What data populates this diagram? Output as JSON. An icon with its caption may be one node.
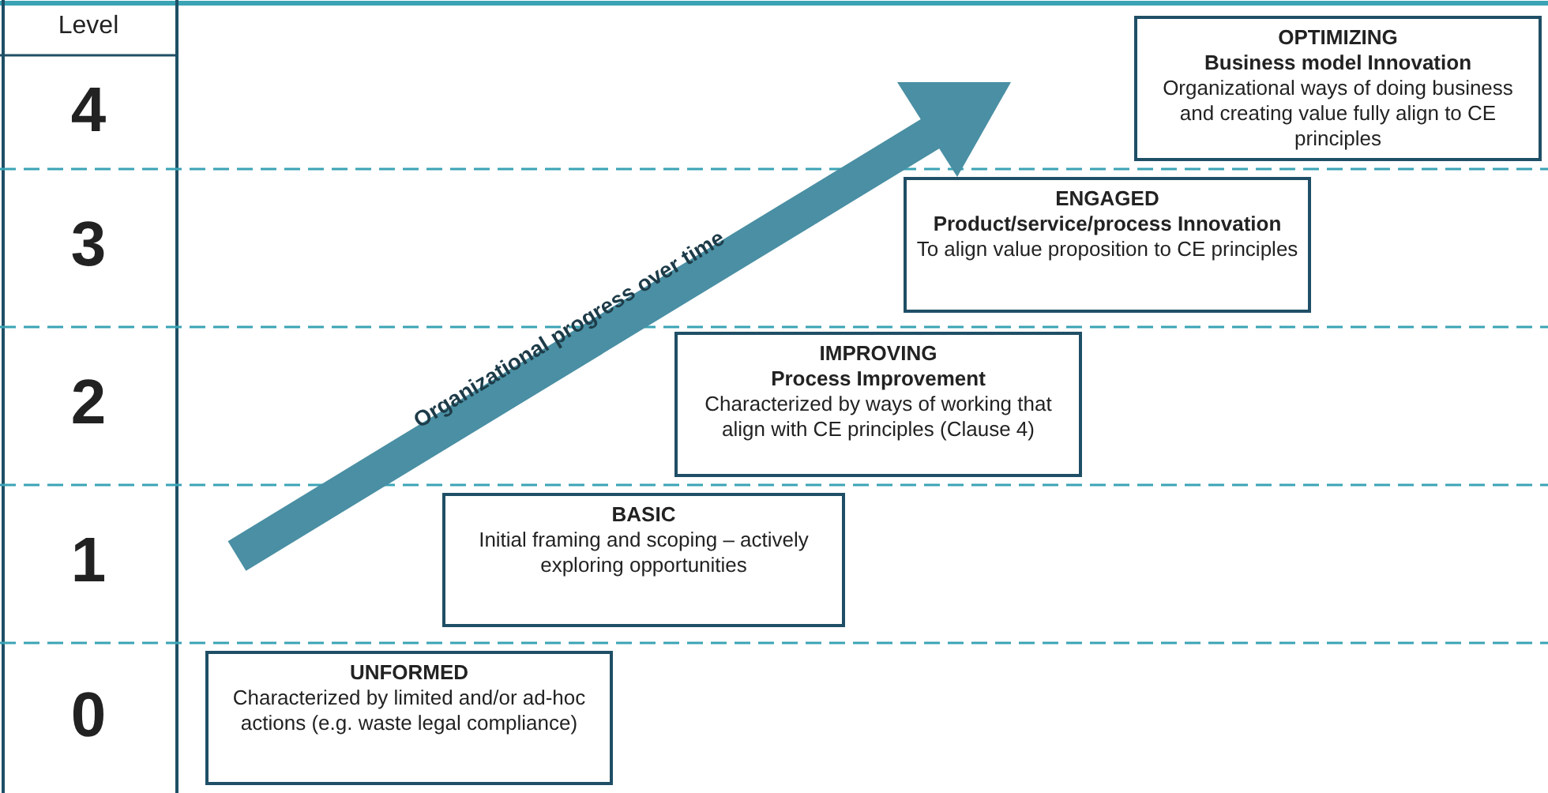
{
  "diagram": {
    "nodes": [
      {
        "text": [
          "UNFORMED",
          "Characterized by limited and/or ad-hoc actions (e.g. waste legal compliance)"
        ]
      },
      {
        "text": [
          "BASIC",
          "Initial framing and scoping – actively exploring opportunities"
        ]
      },
      {
        "text": [
          "IMPROVING",
          "Process Improvement",
          "Characterized by ways of working that align with CE principles (Clause 4)"
        ]
      },
      {
        "text": [
          "ENGAGED",
          "Product/service/process Innovation",
          "To align value proposition to CE principles"
        ]
      },
      {
        "text": [
          "OPTIMIZING",
          "Business model Innovation",
          "Organizational ways of doing business and creating value fully align to CE principles"
        ]
      }
    ],
    "edges": [],
    "labels": [
      "Level",
      "4",
      "3",
      "2",
      "1",
      "0",
      "Organizational progress over time"
    ]
  }
}
